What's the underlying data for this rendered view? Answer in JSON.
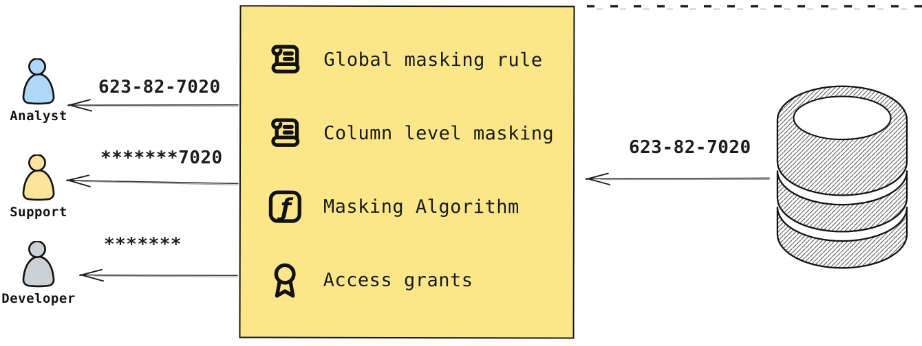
{
  "personas": [
    {
      "icon": "person-icon",
      "name": "Analyst",
      "masked_value": "623-82-7020",
      "fill": "#aed7f8"
    },
    {
      "icon": "person-icon",
      "name": "Support",
      "masked_value": "*******7020",
      "fill": "#fbe49c"
    },
    {
      "icon": "person-icon",
      "name": "Developer",
      "masked_value": "*******",
      "fill": "#ccd1d6"
    }
  ],
  "masking_box": {
    "fill": "#fbe78a",
    "items": [
      {
        "icon": "scroll-icon",
        "label": "Global masking rule"
      },
      {
        "icon": "scroll-icon",
        "label": "Column level masking"
      },
      {
        "icon": "function-icon",
        "label": "Masking Algorithm",
        "glyph": "ƒ"
      },
      {
        "icon": "award-icon",
        "label": "Access grants"
      }
    ]
  },
  "database": {
    "icon": "database-icon",
    "outgoing_value": "623-82-7020"
  }
}
